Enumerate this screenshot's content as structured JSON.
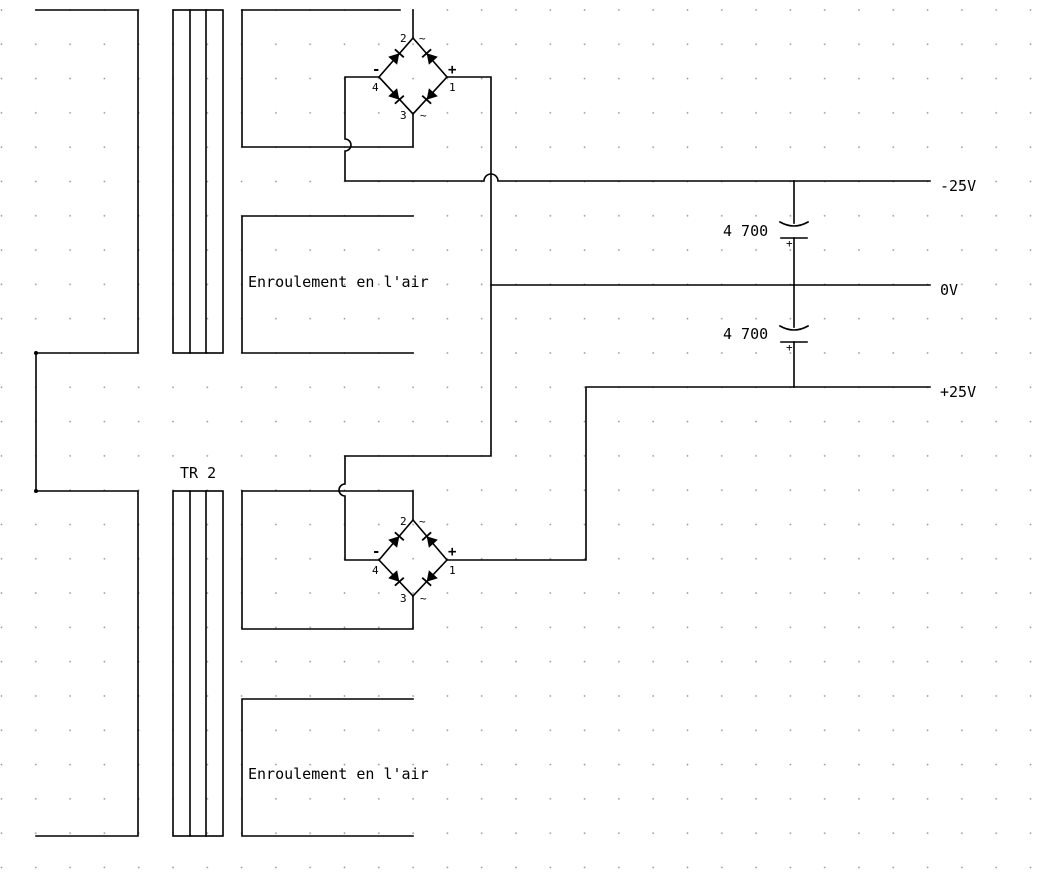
{
  "labels": {
    "transformer": "TR 2",
    "winding_top": "Enroulement en l'air",
    "winding_bottom": "Enroulement en l'air",
    "cap_top": "4 700",
    "cap_bottom": "4 700",
    "rail_neg": "-25V",
    "rail_zero": "0V",
    "rail_pos": "+25V"
  },
  "bridge_pins": {
    "p1": "1",
    "p2": "2",
    "p3": "3",
    "p4": "4",
    "ac": "~",
    "plus": "+",
    "minus": "-"
  },
  "colors": {
    "line": "#000000",
    "grid_dot": "#9a9a9a",
    "background": "#ffffff"
  }
}
